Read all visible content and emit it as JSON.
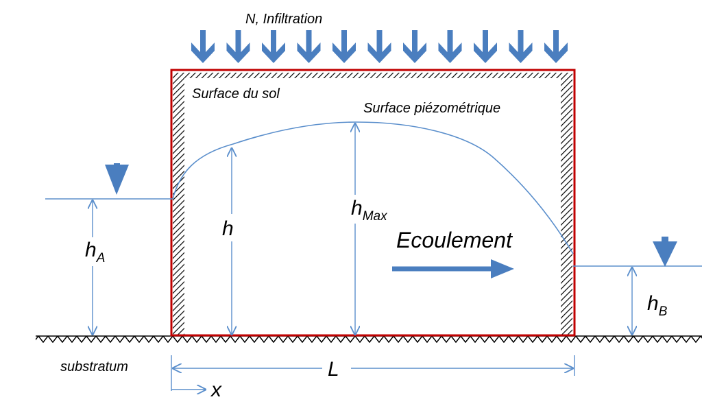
{
  "labels": {
    "infiltration": "N, Infiltration",
    "ground_surface": "Surface du sol",
    "water_table": "Surface piézométrique",
    "h_max_base": "h",
    "h_max_sub": "Max",
    "h": "h",
    "h_a_base": "h",
    "h_a_sub": "A",
    "h_b_base": "h",
    "h_b_sub": "B",
    "flow": "Ecoulement",
    "substratum": "substratum",
    "length": "L",
    "x_axis": "x"
  },
  "colors": {
    "flow_blue": "#4a7ebf",
    "box_red": "#c00000",
    "line_blue": "#5b8fcc",
    "text": "#000000"
  },
  "icons": {
    "infiltration_arrow": "arrow-down-icon",
    "water_level": "triangle-down-icon"
  }
}
